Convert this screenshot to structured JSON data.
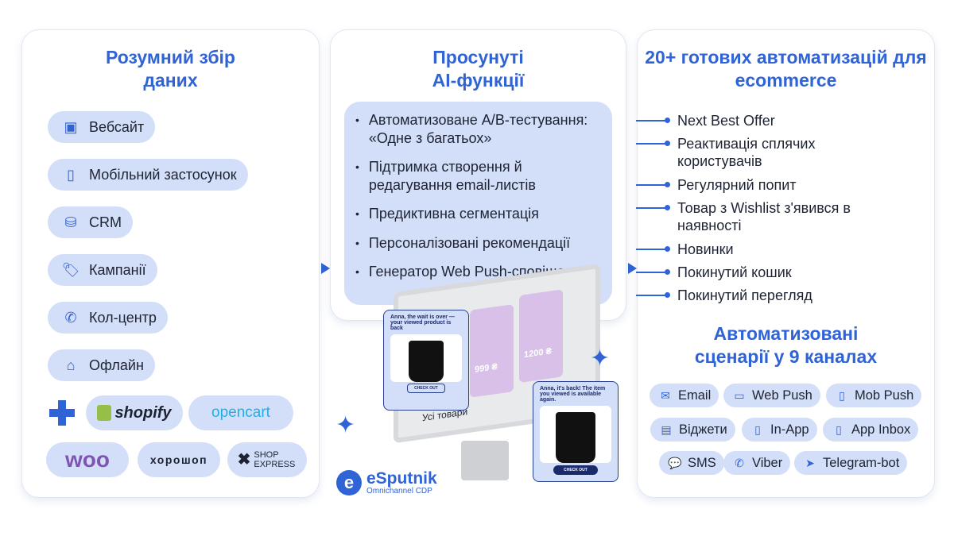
{
  "left": {
    "title": "Розумний збір даних",
    "sources": [
      {
        "label": "Вебсайт",
        "icon": "website-icon"
      },
      {
        "label": "Мобільний застосунок",
        "icon": "mobile-icon"
      },
      {
        "label": "CRM",
        "icon": "database-icon"
      },
      {
        "label": "Кампанії",
        "icon": "tag-icon"
      },
      {
        "label": "Кол-центр",
        "icon": "phone-icon"
      },
      {
        "label": "Офлайн",
        "icon": "store-icon"
      }
    ],
    "integrations": [
      "shopify",
      "opencart",
      "woo",
      "хорошоп",
      "SHOP EXPRESS"
    ]
  },
  "middle": {
    "title": "Просунуті AI-функції",
    "features": [
      "Автоматизоване A/B-тестування: «Одне з багатьох»",
      "Підтримка створення й редагування email-листів",
      "Предиктивна сегментація",
      "Персоналізовані рекомендації",
      "Генератор Web Push-сповіщень"
    ],
    "mockup": {
      "card1_text": "Anna, the wait is over — your viewed product is back",
      "card2_text": "Anna, it's back! The item you viewed is available again.",
      "button": "CHECK OUT",
      "screen_label": "Усі товари",
      "price1": "999 ₴",
      "price2": "1200 ₴"
    },
    "brand": {
      "name": "eSputnik",
      "tagline": "Omnichannel CDP"
    }
  },
  "right": {
    "title": "20+ готових автоматизацій для ecommerce",
    "automations": [
      "Next Best Offer",
      "Реактивація сплячих користувачів",
      "Регулярний попит",
      "Товар з Wishlist з'явився в наявності",
      "Новинки",
      "Покинутий кошик",
      "Покинутий перегляд"
    ],
    "channels_title": "Автоматизовані сценарії у 9 каналах",
    "channels": [
      {
        "label": "Email",
        "icon": "email-icon"
      },
      {
        "label": "Web Push",
        "icon": "web-push-icon"
      },
      {
        "label": "Mob Push",
        "icon": "mob-push-icon"
      },
      {
        "label": "Віджети",
        "icon": "widget-icon"
      },
      {
        "label": "In-App",
        "icon": "in-app-icon"
      },
      {
        "label": "App Inbox",
        "icon": "app-inbox-icon"
      },
      {
        "label": "SMS",
        "icon": "sms-icon"
      },
      {
        "label": "Viber",
        "icon": "viber-icon"
      },
      {
        "label": "Telegram-bot",
        "icon": "telegram-icon"
      }
    ]
  },
  "colors": {
    "accent": "#2f63d6",
    "pill": "#d3dff8"
  }
}
